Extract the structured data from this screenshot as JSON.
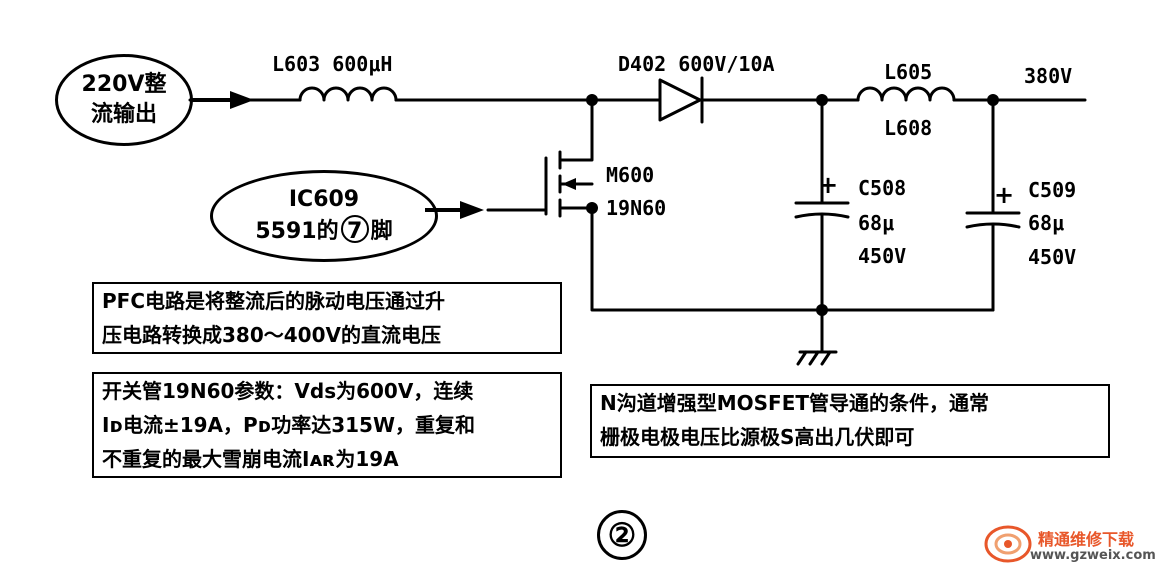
{
  "input_oval": {
    "line1": "220V整",
    "line2": "流输出"
  },
  "ic_oval": {
    "line1": "IC609",
    "line2_prefix": "5591的",
    "pin_number": "7",
    "line2_suffix": "脚"
  },
  "components": {
    "inductor_l603": "L603 600μH",
    "diode_d402": "D402 600V/10A",
    "inductor_l605": "L605",
    "inductor_l608": "L608",
    "output_voltage": "380V",
    "mosfet_name": "M600",
    "mosfet_part": "19N60",
    "cap_c508": {
      "name": "C508",
      "cap": "68μ",
      "volt": "450V",
      "plus": "+"
    },
    "cap_c509": {
      "name": "C509",
      "cap": "68μ",
      "volt": "450V",
      "plus": "+"
    }
  },
  "notes": {
    "pfc": [
      "PFC电路是将整流后的脉动电压通过升",
      "压电路转换成380～400V的直流电压"
    ],
    "params": [
      "开关管19N60参数：Vds为600V，连续",
      "Iᴅ电流±19A，Pᴅ功率达315W，重复和",
      "不重复的最大雪崩电流Iᴀʀ为19A"
    ],
    "mosfet": [
      "N沟道增强型MOSFET管导通的条件，通常",
      "栅极电极电压比源极S高出几伏即可"
    ]
  },
  "figure_number": "②",
  "watermark": {
    "name": "精通维修下载",
    "url": "www.gzweix.com",
    "color": "#e8572a"
  }
}
